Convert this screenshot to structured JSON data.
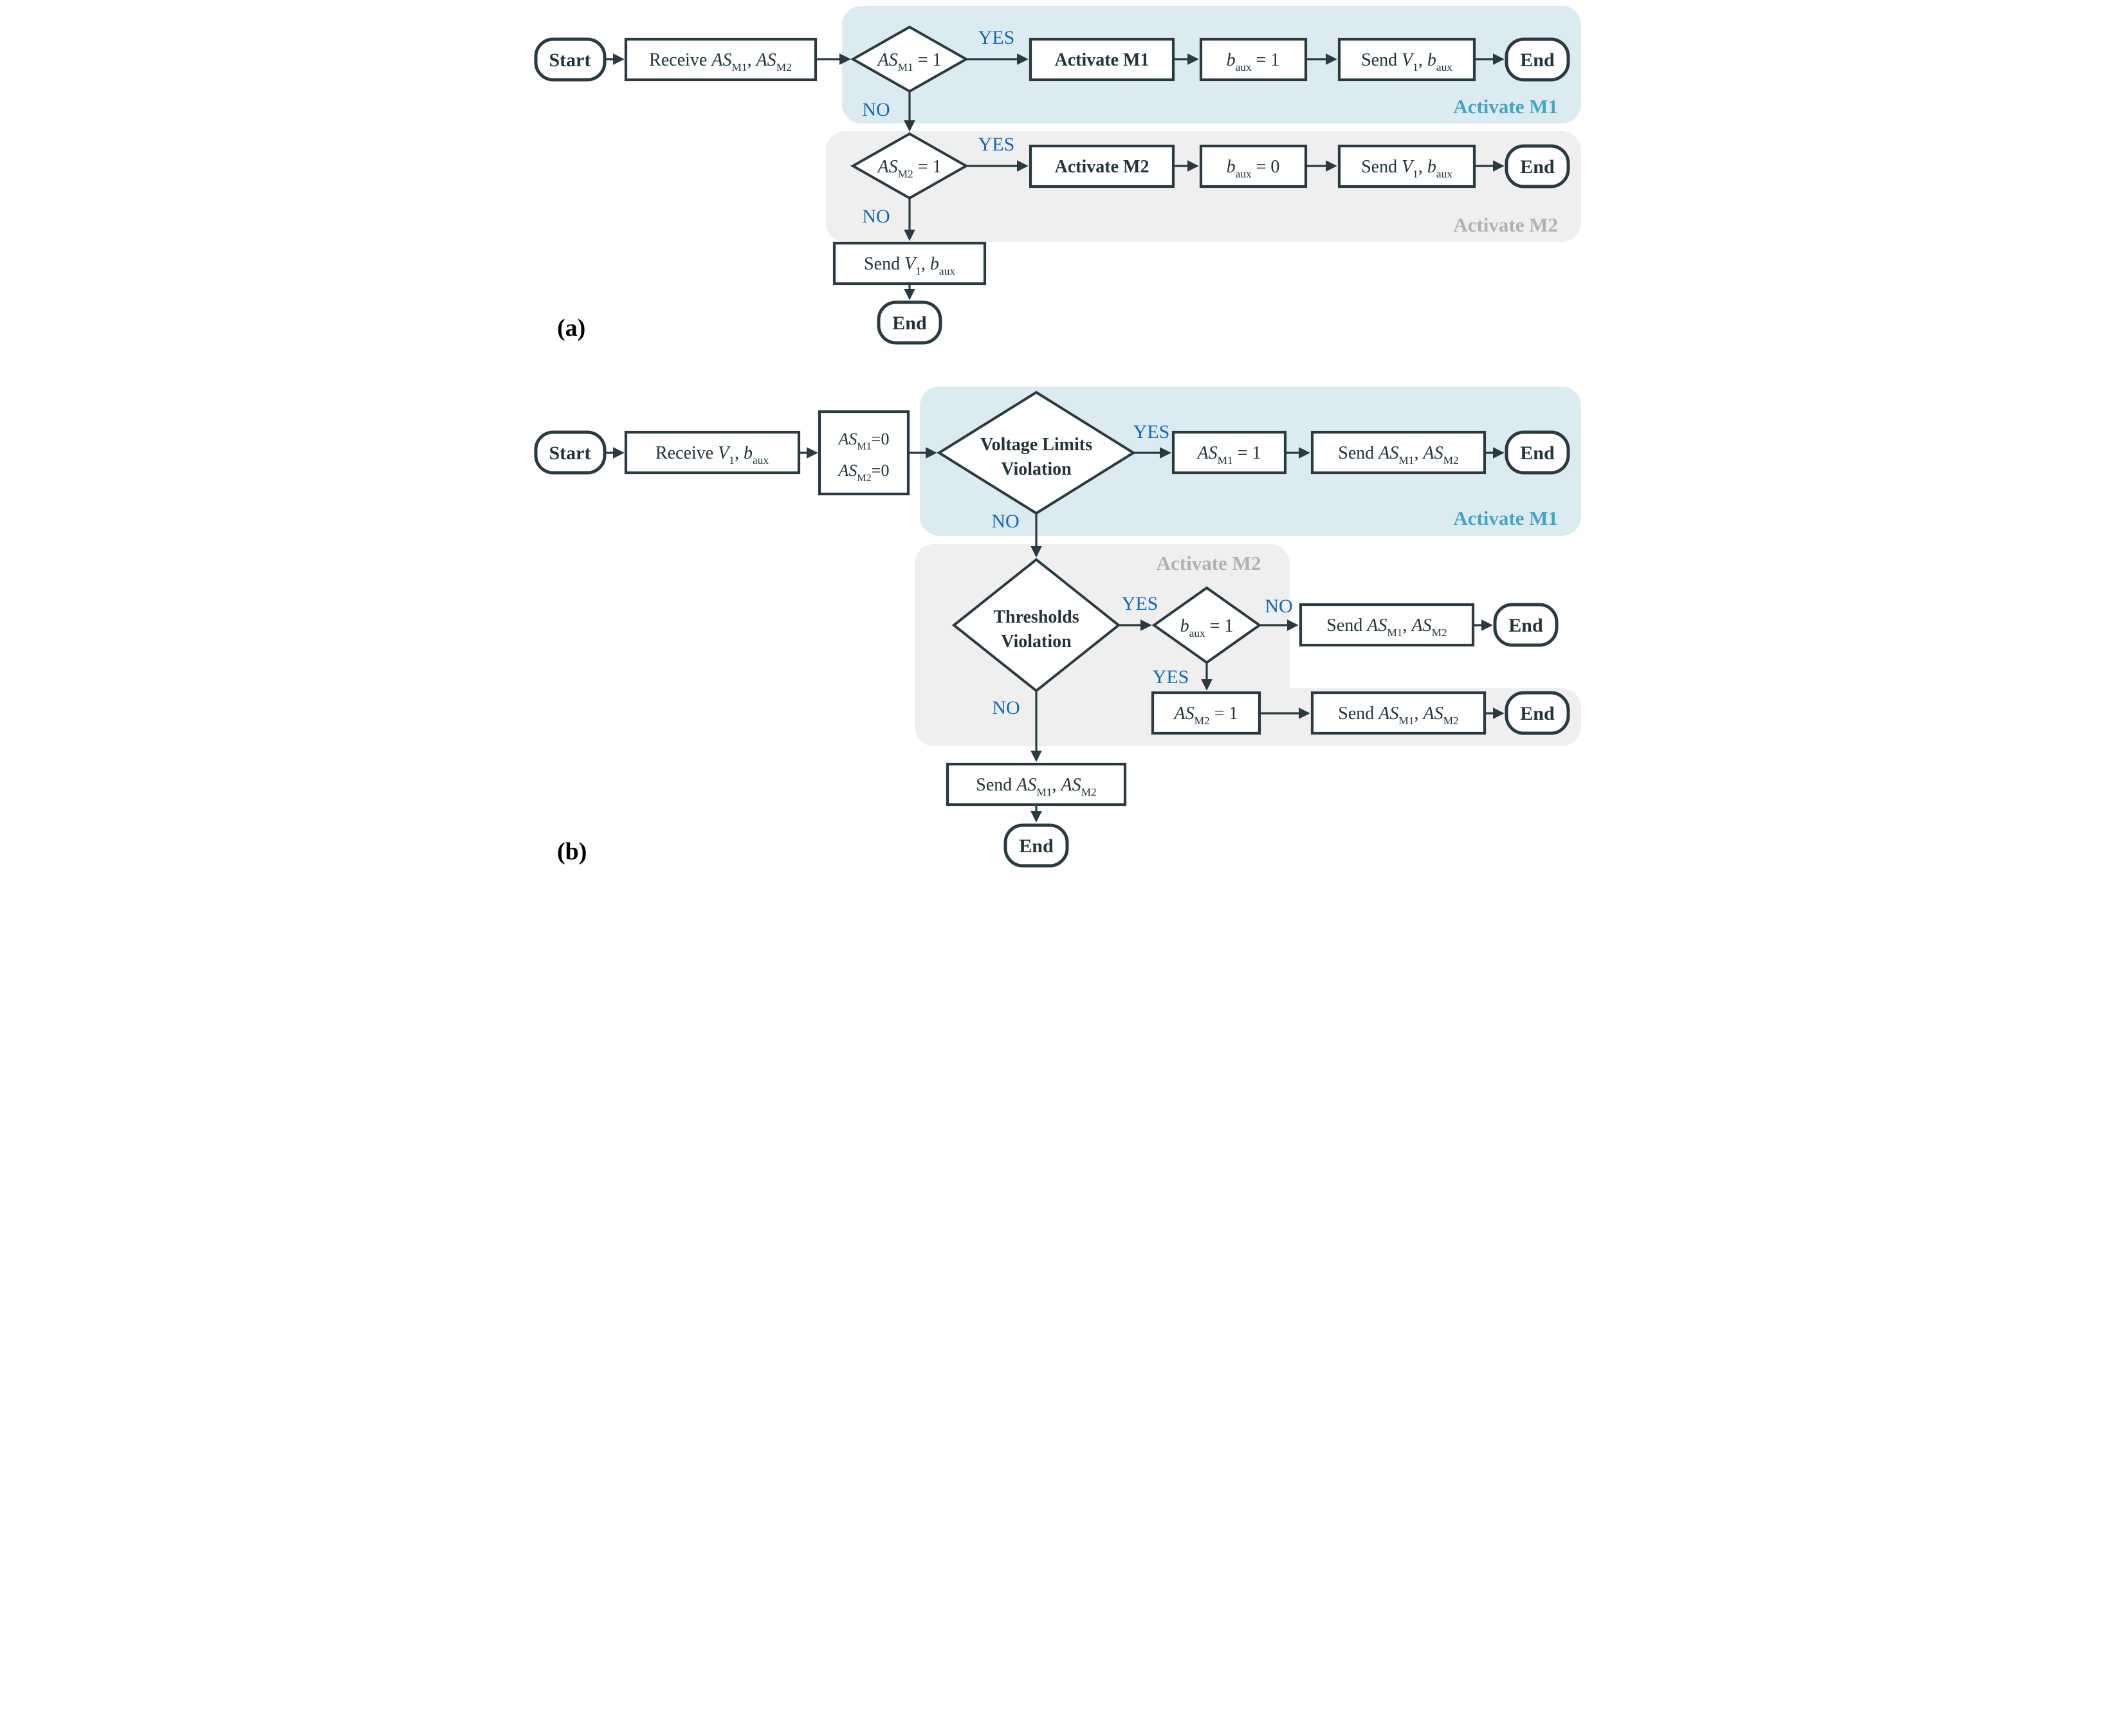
{
  "figure": {
    "panel_a_label": "(a)",
    "panel_b_label": "(b)",
    "branch": {
      "yes": "YES",
      "no": "NO"
    },
    "terminals": {
      "start": "Start",
      "end": "End"
    },
    "regions": {
      "activate_m1": "Activate M1",
      "activate_m2": "Activate M2"
    },
    "colors": {
      "outline": "#2a3a40",
      "node_fill": "#ffffff",
      "node_text": "#22333a",
      "decision_text": "#1068b8",
      "branch_label": "#1068b8",
      "region_m1_fill": "#dcebf2",
      "region_m2_fill": "#efefef",
      "region_m1_label": "#45a5c2",
      "region_m2_label": "#b1b1b3"
    }
  },
  "flowchart_a": {
    "nodes": {
      "receive": [
        {
          "t": "Receive "
        },
        {
          "t": "AS",
          "i": true
        },
        {
          "t": "M1",
          "sub": true
        },
        {
          "t": ", "
        },
        {
          "t": "AS",
          "i": true
        },
        {
          "t": "M2",
          "sub": true
        }
      ],
      "decision_asm1": [
        {
          "t": "AS",
          "i": true
        },
        {
          "t": "M1",
          "sub": true
        },
        {
          "t": " = 1"
        }
      ],
      "activate_m1": [
        {
          "t": "Activate M1"
        }
      ],
      "baux_1": [
        {
          "t": "b",
          "i": true
        },
        {
          "t": "aux",
          "sub": true
        },
        {
          "t": " = 1"
        }
      ],
      "send_v1_baux": [
        {
          "t": "Send "
        },
        {
          "t": "V",
          "i": true
        },
        {
          "t": "1",
          "sub": true
        },
        {
          "t": ", "
        },
        {
          "t": "b",
          "i": true
        },
        {
          "t": "aux",
          "sub": true
        }
      ],
      "decision_asm2": [
        {
          "t": "AS",
          "i": true
        },
        {
          "t": "M2",
          "sub": true
        },
        {
          "t": " = 1"
        }
      ],
      "activate_m2": [
        {
          "t": "Activate M2"
        }
      ],
      "baux_0": [
        {
          "t": "b",
          "i": true
        },
        {
          "t": "aux",
          "sub": true
        },
        {
          "t": " = 0"
        }
      ]
    }
  },
  "flowchart_b": {
    "nodes": {
      "receive_v1": [
        {
          "t": "Receive "
        },
        {
          "t": "V",
          "i": true
        },
        {
          "t": "1",
          "sub": true
        },
        {
          "t": ", "
        },
        {
          "t": "b",
          "i": true
        },
        {
          "t": "aux",
          "sub": true
        }
      ],
      "init_line1": [
        {
          "t": "AS",
          "i": true
        },
        {
          "t": "M1",
          "sub": true
        },
        {
          "t": "=0"
        }
      ],
      "init_line2": [
        {
          "t": "AS",
          "i": true
        },
        {
          "t": "M2",
          "sub": true
        },
        {
          "t": "=0"
        }
      ],
      "voltage_line1": [
        {
          "t": "Voltage Limits"
        }
      ],
      "voltage_line2": [
        {
          "t": "Violation"
        }
      ],
      "set_asm1": [
        {
          "t": "AS",
          "i": true
        },
        {
          "t": "M1",
          "sub": true
        },
        {
          "t": " = 1"
        }
      ],
      "send_as": [
        {
          "t": "Send "
        },
        {
          "t": "AS",
          "i": true
        },
        {
          "t": "M1",
          "sub": true
        },
        {
          "t": ", "
        },
        {
          "t": "AS",
          "i": true
        },
        {
          "t": "M2",
          "sub": true
        }
      ],
      "thresholds_line1": [
        {
          "t": "Thresholds"
        }
      ],
      "thresholds_line2": [
        {
          "t": "Violation"
        }
      ],
      "decision_baux": [
        {
          "t": "b",
          "i": true
        },
        {
          "t": "aux",
          "sub": true
        },
        {
          "t": " = 1"
        }
      ],
      "set_asm2": [
        {
          "t": "AS",
          "i": true
        },
        {
          "t": "M2",
          "sub": true
        },
        {
          "t": " = 1"
        }
      ]
    }
  }
}
